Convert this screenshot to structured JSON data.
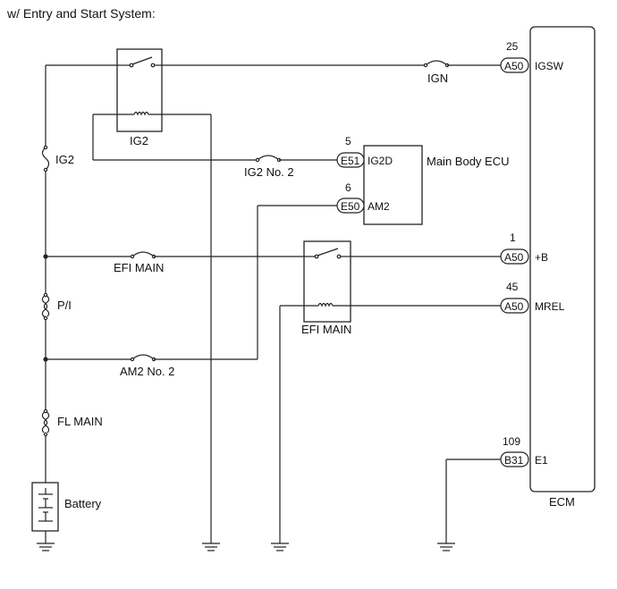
{
  "header": "w/ Entry and Start System:",
  "ecm": {
    "label": "ECM",
    "pins": [
      {
        "num": "25",
        "conn": "A50",
        "name": "IGSW"
      },
      {
        "num": "1",
        "conn": "A50",
        "name": "+B"
      },
      {
        "num": "45",
        "conn": "A50",
        "name": "MREL"
      },
      {
        "num": "109",
        "conn": "B31",
        "name": "E1"
      }
    ]
  },
  "main_body_ecu": {
    "label": "Main Body ECU",
    "pins": [
      {
        "num": "5",
        "conn": "E51",
        "name": "IG2D"
      },
      {
        "num": "6",
        "conn": "E50",
        "name": "AM2"
      }
    ]
  },
  "relays": {
    "ig2": "IG2",
    "efi_main": "EFI MAIN"
  },
  "fuses": {
    "ign": "IGN",
    "ig2": "IG2",
    "ig2_no2": "IG2 No. 2",
    "efi_main": "EFI MAIN",
    "am2_no2": "AM2 No. 2",
    "pi": "P/I",
    "fl_main": "FL MAIN"
  },
  "battery": "Battery"
}
